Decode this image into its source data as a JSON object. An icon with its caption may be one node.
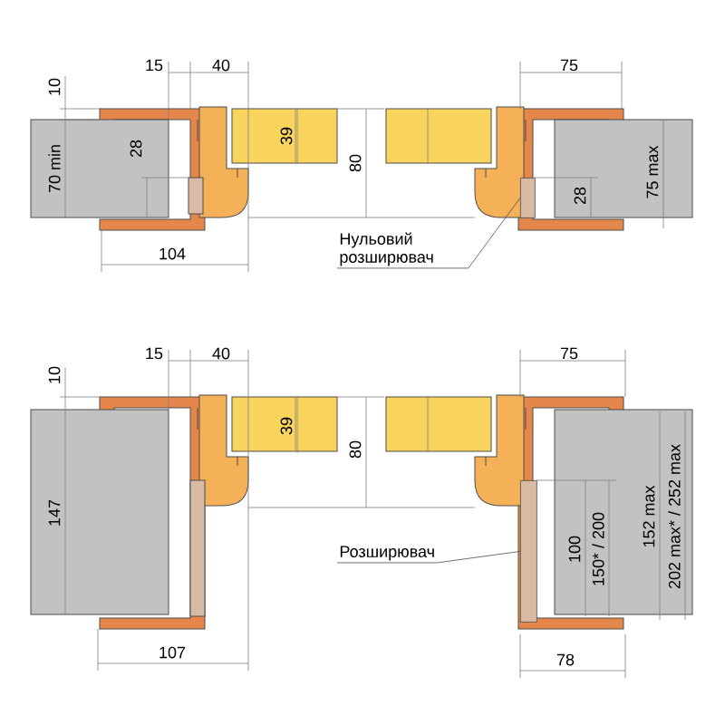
{
  "diagram": {
    "nodes": [
      {
        "text": [
          "Нульовий розширювач"
        ]
      },
      {
        "text": [],
        "shape": "box"
      },
      {
        "text": [
          "Розширювач"
        ]
      },
      {
        "text": [],
        "shape": "box"
      }
    ],
    "edges": [
      {
        "from": 0,
        "to": 1,
        "arrow": "none"
      },
      {
        "from": 2,
        "to": 3,
        "arrow": "none"
      }
    ],
    "labels": [
      "10",
      "15",
      "40",
      "75",
      "39",
      "80",
      "70 min",
      "28",
      "28",
      "75 max",
      "104",
      "10",
      "15",
      "40",
      "75",
      "39",
      "80",
      "147",
      "100",
      "150* / 200",
      "152 max",
      "202 max* / 252 max",
      "107",
      "78"
    ]
  }
}
